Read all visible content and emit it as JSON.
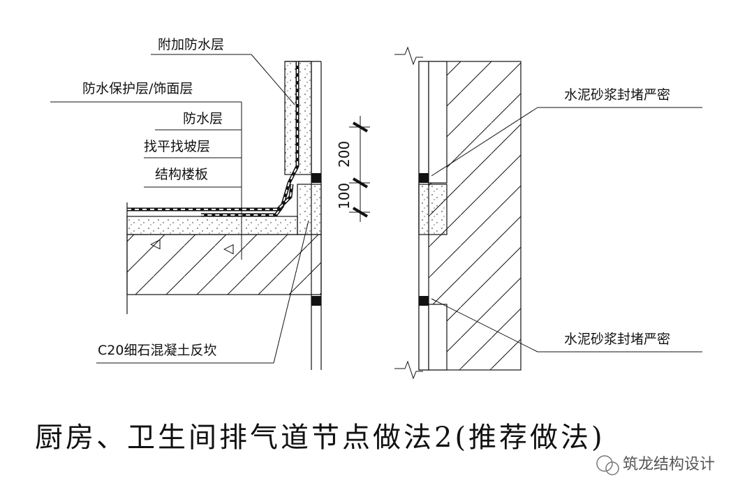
{
  "labels": {
    "additional_waterproof": "附加防水层",
    "protection_finish": "防水保护层/饰面层",
    "waterproof": "防水层",
    "leveling_slope": "找平找坡层",
    "structural_slab": "结构楼板",
    "c20_curb": "C20细石混凝土反坎",
    "mortar_seal_top": "水泥砂浆封堵严密",
    "mortar_seal_bottom": "水泥砂浆封堵严密"
  },
  "dimensions": {
    "d200": "200",
    "d100": "100"
  },
  "title": "厨房、卫生间排气道节点做法2(推荐做法)",
  "watermark": "筑龙结构设计",
  "colors": {
    "line": "#111111",
    "background": "#ffffff"
  }
}
